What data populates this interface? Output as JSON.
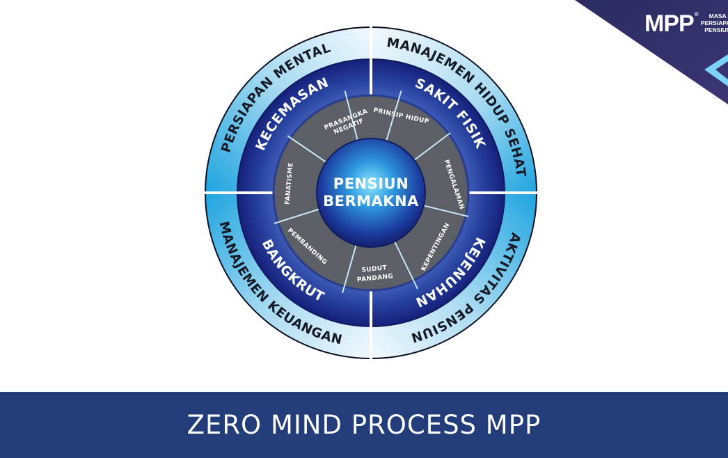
{
  "logo": {
    "mark": "MPP",
    "registered": "®",
    "lines": [
      "MASA",
      "PERSIAPAN",
      "PENSIUN"
    ]
  },
  "diagram": {
    "center": [
      "PENSIUN",
      "BERMAKNA"
    ],
    "outer_ring": [
      "PERSIAPAN MENTAL",
      "MANAJEMEN HIDUP SEHAT",
      "AKTIVITAS PENSIUN",
      "MANAJEMEN KEUANGAN"
    ],
    "middle_ring": [
      "KECEMASAN",
      "SAKIT FISIK",
      "KEJENUHAN",
      "BANGKRUT"
    ],
    "inner_ring": [
      [
        "PRASANGKA",
        "NEGATIF"
      ],
      [
        "PRINSIP HIDUP"
      ],
      [
        "PENGALAMAN"
      ],
      [
        "KEPENTINGAN"
      ],
      [
        "SUDUT",
        "PANDANG"
      ],
      [
        "PEMBANDING"
      ],
      [
        "FANATISME"
      ]
    ]
  },
  "banner": {
    "title": "ZERO MIND PROCESS MPP"
  },
  "colors": {
    "banner": "#233d7a",
    "corner": "#2f3268",
    "accent_blue": "#22a6e0",
    "pale_blue": "#e6f4fb",
    "navy": "#14207a",
    "inner_gray": "#5c5f66"
  }
}
